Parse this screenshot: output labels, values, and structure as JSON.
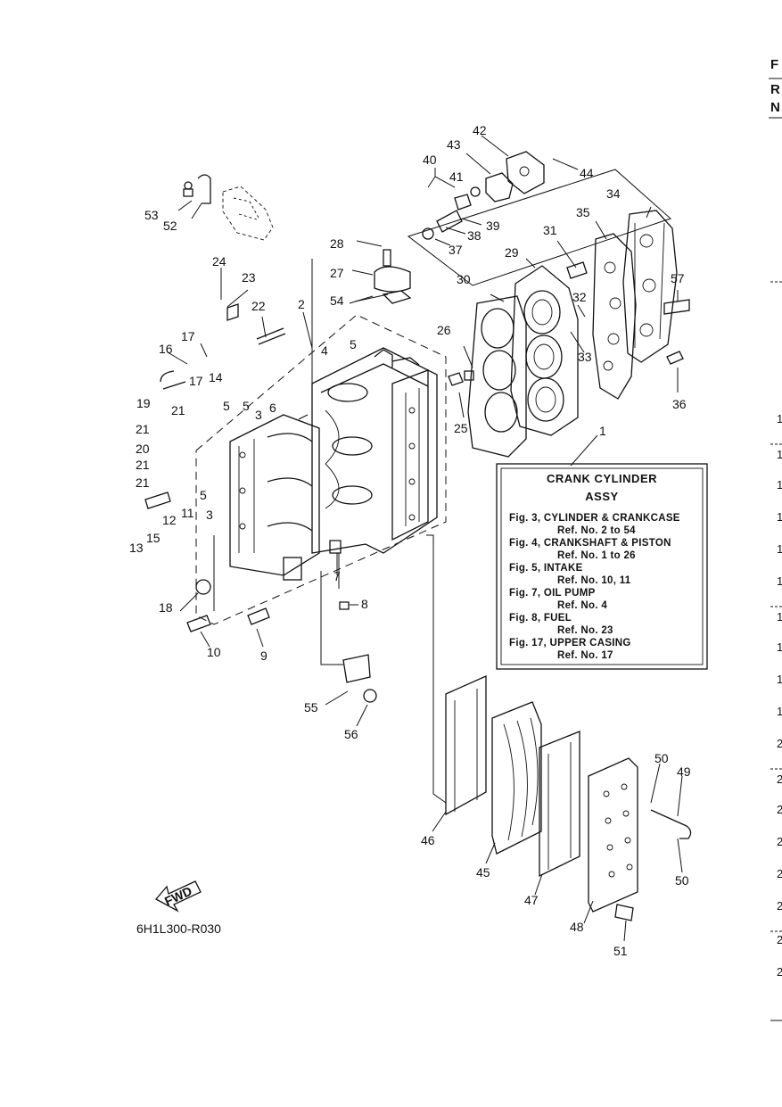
{
  "diagram_code": "6H1L300-R030",
  "fwd_label": "FWD",
  "note_box": {
    "title_line1": "CRANK CYLINDER",
    "title_line2": "ASSY",
    "lines": [
      "Fig. 3, CYLINDER & CRANKCASE",
      "Ref. No. 2 to 54",
      "Fig. 4, CRANKSHAFT & PISTON",
      "Ref. No. 1 to 26",
      "Fig. 5, INTAKE",
      "Ref. No. 10, 11",
      "Fig. 7, OIL PUMP",
      "Ref. No. 4",
      "Fig. 8, FUEL",
      "Ref. No. 23",
      "Fig. 17, UPPER CASING",
      "Ref. No. 17"
    ]
  },
  "right_edge": {
    "header": [
      "F",
      "R",
      "N"
    ],
    "numbers": [
      "1",
      "1",
      "1",
      "1",
      "1",
      "1",
      "1",
      "1",
      "1",
      "1",
      "2",
      "2",
      "2",
      "2",
      "2",
      "2",
      "2",
      "2"
    ]
  },
  "callouts": [
    {
      "id": "c1",
      "text": "1"
    },
    {
      "id": "c2",
      "text": "2"
    },
    {
      "id": "c3a",
      "text": "3"
    },
    {
      "id": "c3b",
      "text": "3"
    },
    {
      "id": "c4",
      "text": "4"
    },
    {
      "id": "c5a",
      "text": "5"
    },
    {
      "id": "c5b",
      "text": "5"
    },
    {
      "id": "c5c",
      "text": "5"
    },
    {
      "id": "c5d",
      "text": "5"
    },
    {
      "id": "c6",
      "text": "6"
    },
    {
      "id": "c7",
      "text": "7"
    },
    {
      "id": "c8",
      "text": "8"
    },
    {
      "id": "c9",
      "text": "9"
    },
    {
      "id": "c10",
      "text": "10"
    },
    {
      "id": "c11",
      "text": "11"
    },
    {
      "id": "c12",
      "text": "12"
    },
    {
      "id": "c13",
      "text": "13"
    },
    {
      "id": "c14",
      "text": "14"
    },
    {
      "id": "c15",
      "text": "15"
    },
    {
      "id": "c16",
      "text": "16"
    },
    {
      "id": "c17a",
      "text": "17"
    },
    {
      "id": "c17b",
      "text": "17"
    },
    {
      "id": "c18",
      "text": "18"
    },
    {
      "id": "c19",
      "text": "19"
    },
    {
      "id": "c20",
      "text": "20"
    },
    {
      "id": "c21a",
      "text": "21"
    },
    {
      "id": "c21b",
      "text": "21"
    },
    {
      "id": "c21c",
      "text": "21"
    },
    {
      "id": "c21d",
      "text": "21"
    },
    {
      "id": "c22",
      "text": "22"
    },
    {
      "id": "c23",
      "text": "23"
    },
    {
      "id": "c24",
      "text": "24"
    },
    {
      "id": "c25",
      "text": "25"
    },
    {
      "id": "c26",
      "text": "26"
    },
    {
      "id": "c27",
      "text": "27"
    },
    {
      "id": "c28",
      "text": "28"
    },
    {
      "id": "c29",
      "text": "29"
    },
    {
      "id": "c30",
      "text": "30"
    },
    {
      "id": "c31",
      "text": "31"
    },
    {
      "id": "c32",
      "text": "32"
    },
    {
      "id": "c33",
      "text": "33"
    },
    {
      "id": "c34",
      "text": "34"
    },
    {
      "id": "c35",
      "text": "35"
    },
    {
      "id": "c36",
      "text": "36"
    },
    {
      "id": "c37",
      "text": "37"
    },
    {
      "id": "c38",
      "text": "38"
    },
    {
      "id": "c39",
      "text": "39"
    },
    {
      "id": "c40",
      "text": "40"
    },
    {
      "id": "c41",
      "text": "41"
    },
    {
      "id": "c42",
      "text": "42"
    },
    {
      "id": "c43",
      "text": "43"
    },
    {
      "id": "c44",
      "text": "44"
    },
    {
      "id": "c45",
      "text": "45"
    },
    {
      "id": "c46",
      "text": "46"
    },
    {
      "id": "c47",
      "text": "47"
    },
    {
      "id": "c48",
      "text": "48"
    },
    {
      "id": "c49",
      "text": "49"
    },
    {
      "id": "c50a",
      "text": "50"
    },
    {
      "id": "c50b",
      "text": "50"
    },
    {
      "id": "c51",
      "text": "51"
    },
    {
      "id": "c52",
      "text": "52"
    },
    {
      "id": "c53",
      "text": "53"
    },
    {
      "id": "c54",
      "text": "54"
    },
    {
      "id": "c55",
      "text": "55"
    },
    {
      "id": "c56",
      "text": "56"
    },
    {
      "id": "c57",
      "text": "57"
    }
  ]
}
